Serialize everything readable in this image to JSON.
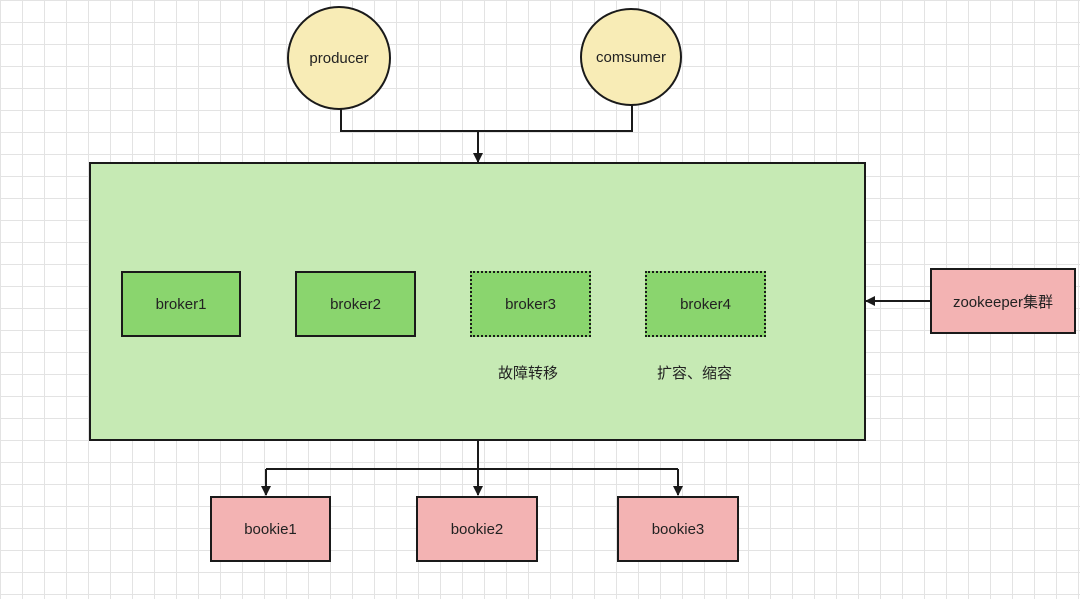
{
  "nodes": {
    "producer": "producer",
    "consumer": "comsumer",
    "broker1": "broker1",
    "broker2": "broker2",
    "broker3": "broker3",
    "broker4": "broker4",
    "zookeeper": "zookeeper集群",
    "bookie1": "bookie1",
    "bookie2": "bookie2",
    "bookie3": "bookie3"
  },
  "annotations": {
    "failover": "故障转移",
    "scaling": "扩容、缩容"
  },
  "colors": {
    "client_fill": "#f8ecb6",
    "cluster_fill": "#c6eab4",
    "broker_fill": "#8ad56e",
    "storage_fill": "#f3b3b3",
    "stroke": "#1a1a1a"
  }
}
